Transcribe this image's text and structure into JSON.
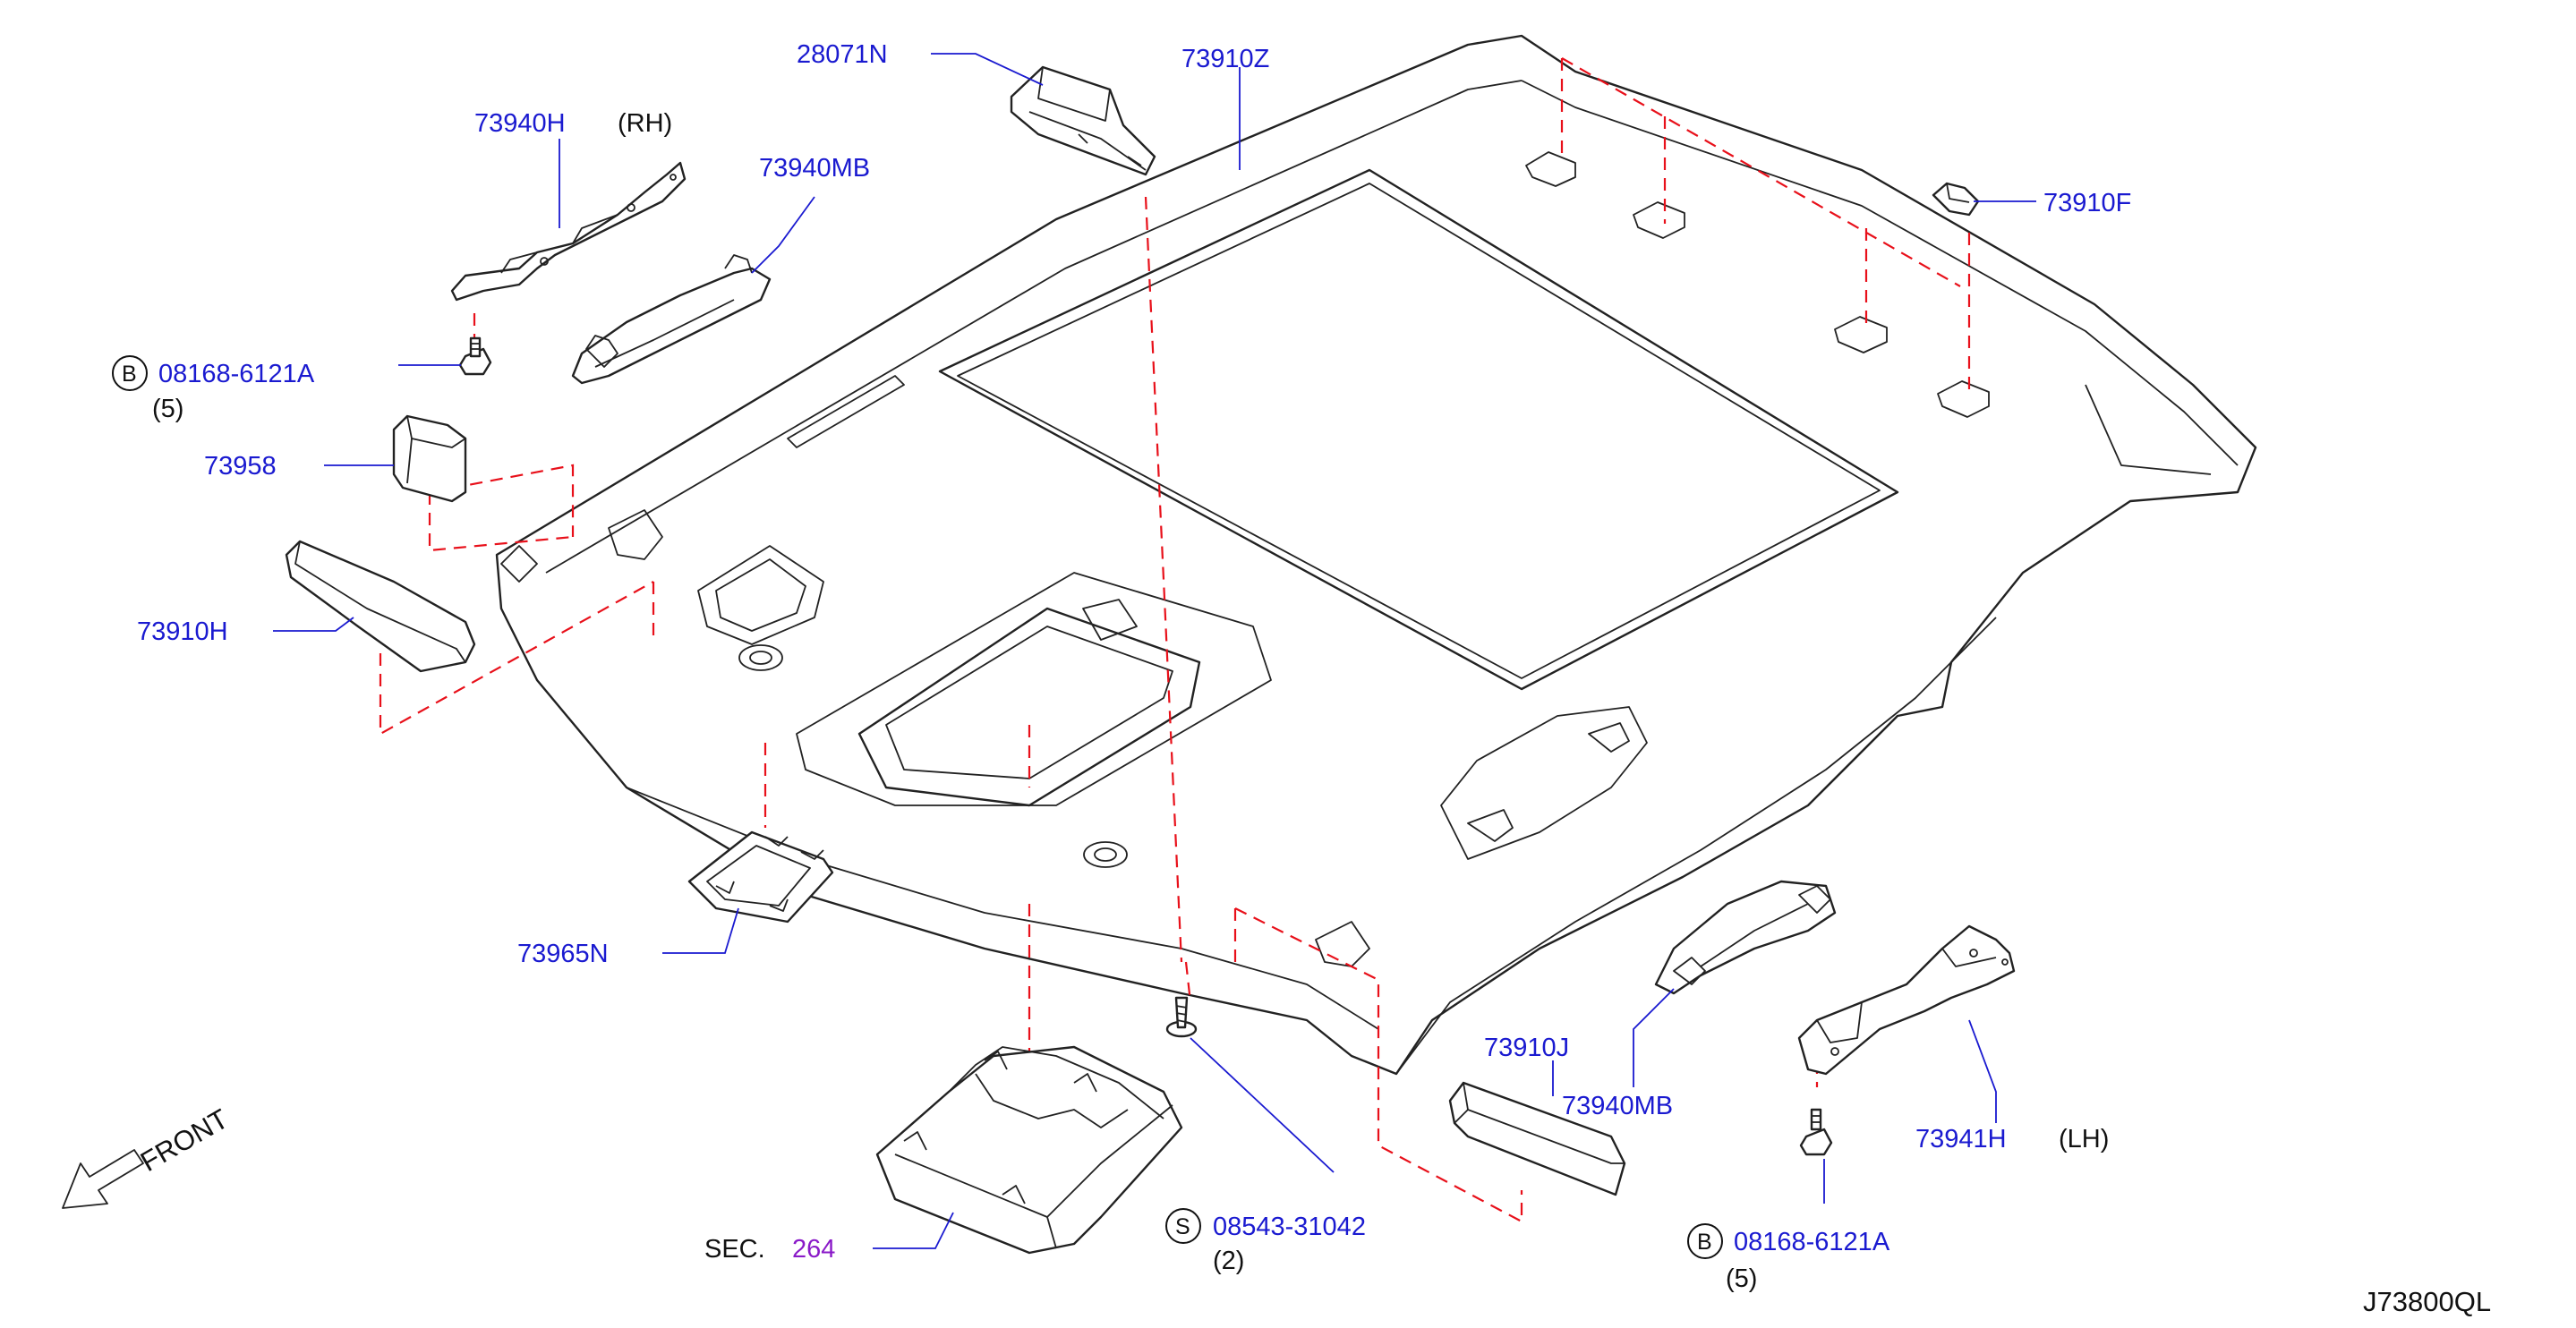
{
  "diagram_code": "J73800QL",
  "front_label": "FRONT",
  "parts": {
    "p28071N": "28071N",
    "p73910Z": "73910Z",
    "p73940H": "73940H",
    "rh": "(RH)",
    "p73940MB_top": "73940MB",
    "p73910F": "73910F",
    "bolt_top_mark": "B",
    "bolt_top": "08168-6121A",
    "bolt_top_qty": "(5)",
    "p73958": "73958",
    "p73910H": "73910H",
    "p73965N": "73965N",
    "sec_prefix": "SEC.",
    "sec_num": "264",
    "screw_mark": "S",
    "screw": "08543-31042",
    "screw_qty": "(2)",
    "p73910J": "73910J",
    "p73940MB_bottom": "73940MB",
    "p73941H": "73941H",
    "lh": "(LH)",
    "bolt_bottom_mark": "B",
    "bolt_bottom": "08168-6121A",
    "bolt_bottom_qty": "(5)"
  },
  "colors": {
    "label": "#1a1ad0",
    "section": "#8a1ac8",
    "dash": "#e8101a",
    "line": "#222222"
  }
}
